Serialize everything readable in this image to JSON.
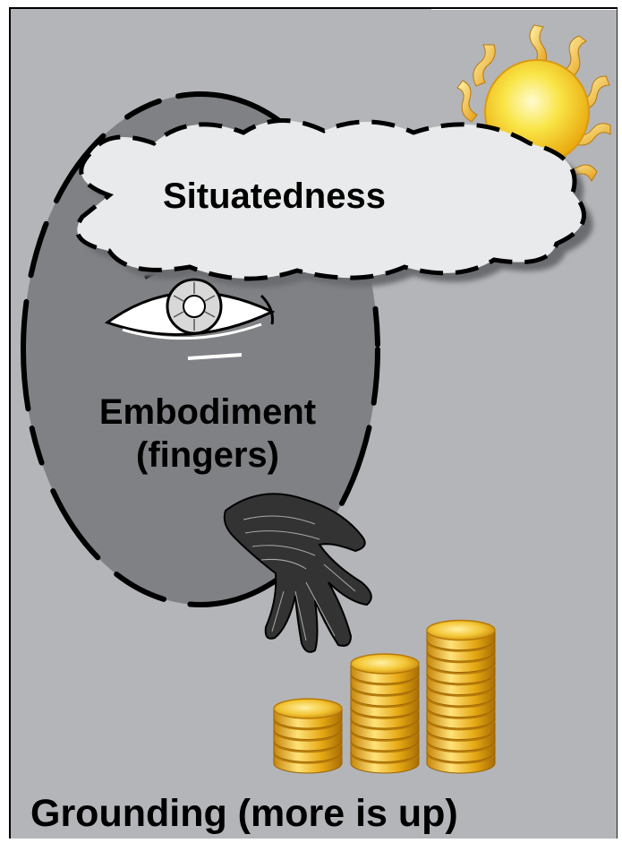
{
  "labels": {
    "situatedness": "Situatedness",
    "embodiment_line1": "Embodiment",
    "embodiment_line2": "(fingers)",
    "grounding": "Grounding (more is up)"
  },
  "colors": {
    "background": "#b4b5b8",
    "head": "#808184",
    "cloud": "#e9eaeb",
    "sun": "#f7d21a",
    "coin": "#e8b324",
    "outline": "#000000"
  },
  "icons": [
    "sun-icon",
    "cloud-icon",
    "eye-icon",
    "hand-icon",
    "coin-stack-icon"
  ],
  "coin_stacks": [
    {
      "coins": 5
    },
    {
      "coins": 9
    },
    {
      "coins": 12
    }
  ]
}
